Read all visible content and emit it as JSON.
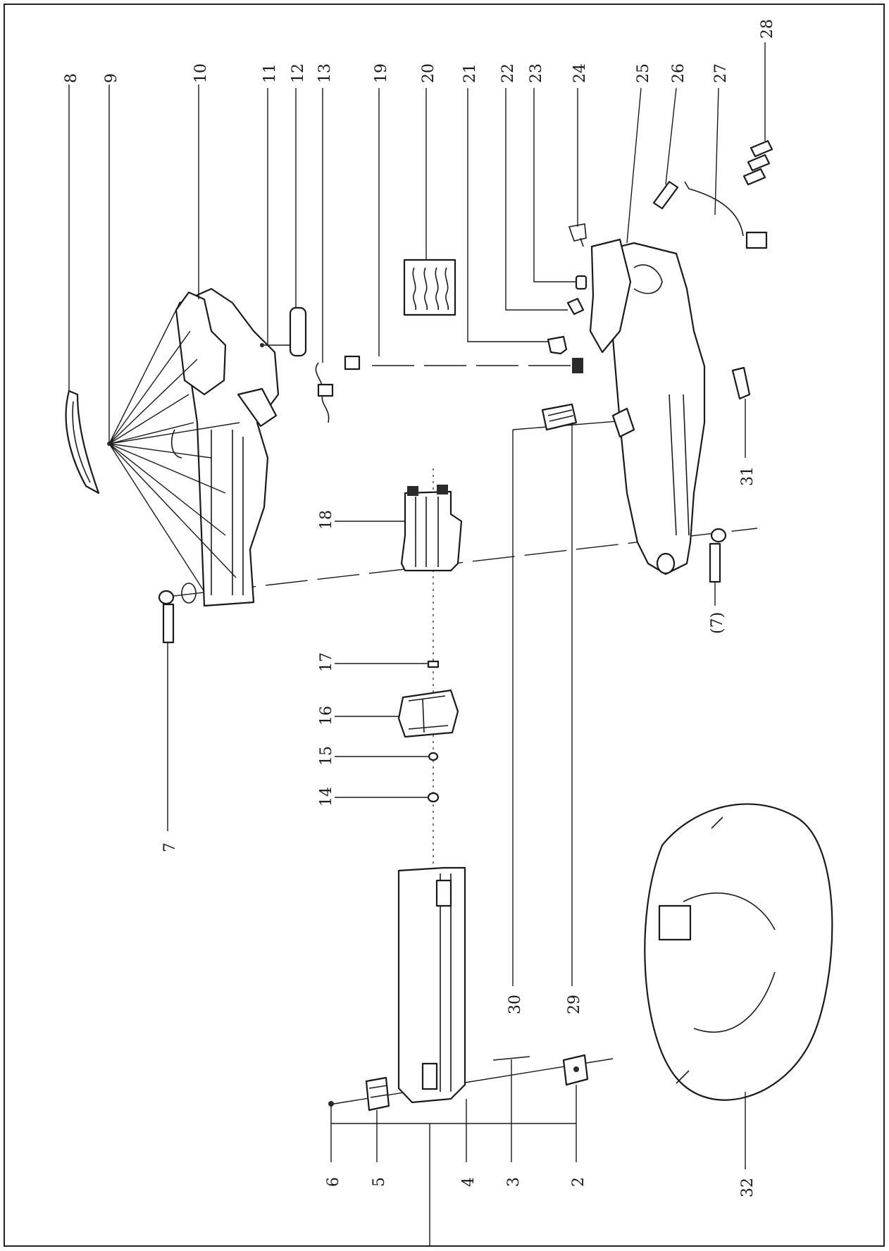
{
  "labels": {
    "p2": "2",
    "p3": "3",
    "p4": "4",
    "p5": "5",
    "p6": "6",
    "p7": "7",
    "p7b": "(7)",
    "p8": "8",
    "p9": "9",
    "p10": "10",
    "p11": "11",
    "p12": "12",
    "p13": "13",
    "p14": "14",
    "p15": "15",
    "p16": "16",
    "p17": "17",
    "p18": "18",
    "p19": "19",
    "p20": "20",
    "p21": "21",
    "p22": "22",
    "p23": "23",
    "p24": "24",
    "p25": "25",
    "p26": "26",
    "p27": "27",
    "p28": "28",
    "p29": "29",
    "p30": "30",
    "p31": "31",
    "p32": "32"
  }
}
